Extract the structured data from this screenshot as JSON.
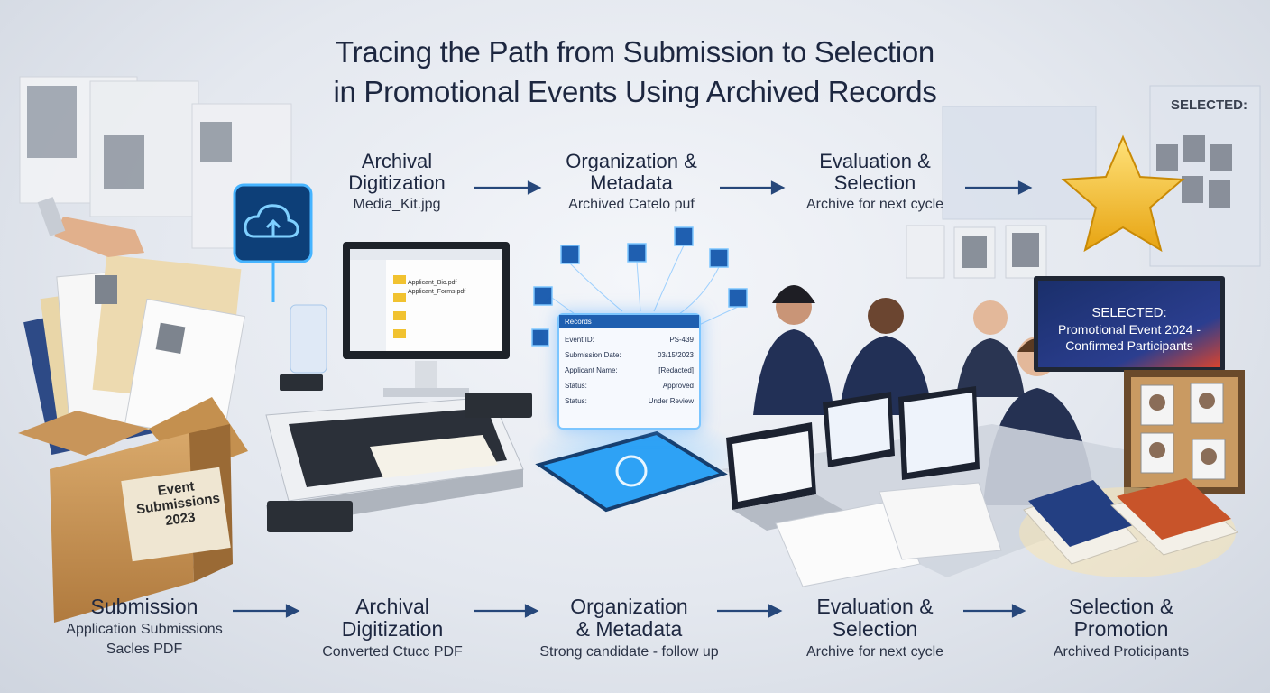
{
  "title_lines": [
    "Tracing the Path from Submission to Selection",
    "in Promotional Events Using Archived Records"
  ],
  "top_steps": [
    {
      "title_lines": [
        "Archival",
        "Digitization"
      ],
      "sub": "Media_Kit.jpg"
    },
    {
      "title_lines": [
        "Organization &",
        "Metadata"
      ],
      "sub": "Archived Catelo puf"
    },
    {
      "title_lines": [
        "Evaluation &",
        "Selection"
      ],
      "sub": "Archive for next cycle"
    }
  ],
  "bottom_steps": [
    {
      "title_lines": [
        "Submission"
      ],
      "sub_lines": [
        "Application Submissions",
        "Sacles PDF"
      ]
    },
    {
      "title_lines": [
        "Archival",
        "Digitization"
      ],
      "sub_lines": [
        "Converted Ctucc PDF"
      ]
    },
    {
      "title_lines": [
        "Organization",
        "& Metadata"
      ],
      "sub_lines": [
        "Strong candidate - follow up"
      ]
    },
    {
      "title_lines": [
        "Evaluation &",
        "Selection"
      ],
      "sub_lines": [
        "Archive for next cycle"
      ]
    },
    {
      "title_lines": [
        "Selection &",
        "Promotion"
      ],
      "sub_lines": [
        "Archived Proticipants"
      ]
    }
  ],
  "box_label_lines": [
    "Event",
    "Submissions",
    "2023"
  ],
  "screen_label_lines": [
    "SELECTED:",
    "Promotional Event 2024 -",
    "Confirmed Participants"
  ],
  "poster_label": "SELECTED:",
  "record_card": {
    "header": "Records",
    "rows": [
      {
        "label": "Event ID:",
        "value": "PS-439"
      },
      {
        "label": "Submission Date:",
        "value": "03/15/2023"
      },
      {
        "label": "Applicant Name:",
        "value": "[Redacted]"
      },
      {
        "label": "Status:",
        "value": "Approved"
      },
      {
        "label": "Status:",
        "value": "Under Review"
      }
    ]
  },
  "monitor_files": [
    "Applicant_Bio.pdf",
    "Applicant_Forms.pdf"
  ],
  "colors": {
    "arrow": "#26477a",
    "text": "#1d2740",
    "accent": "#2e9bf0",
    "star": "#f1b71c",
    "screen": "#1a2f6b"
  },
  "icons": [
    "cloud-upload-icon",
    "star-icon",
    "arrow-right-icon"
  ]
}
